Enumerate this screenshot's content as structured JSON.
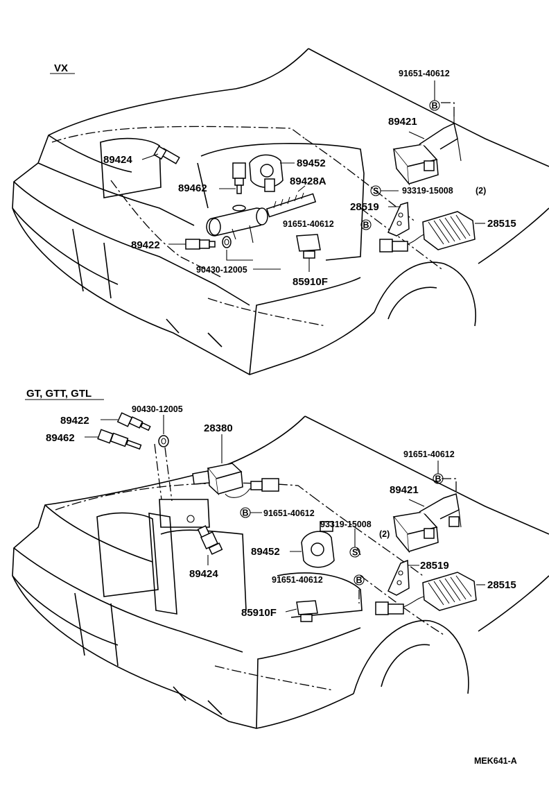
{
  "sections": {
    "top": "VX",
    "bottom": "GT, GTT, GTL"
  },
  "top_labels": {
    "p91651_a": "91651-40612",
    "p89421": "89421",
    "p89424": "89424",
    "p89452": "89452",
    "p89462": "89462",
    "p89428a": "89428A",
    "p93319": "93319-15008",
    "p93319_qty": "(2)",
    "p28519": "28519",
    "p91651_b": "91651-40612",
    "p28515": "28515",
    "p89422": "89422",
    "p90430": "90430-12005",
    "p85910f": "85910F"
  },
  "bottom_labels": {
    "p90430": "90430-12005",
    "p89422": "89422",
    "p89462": "89462",
    "p28380": "28380",
    "p91651_a": "91651-40612",
    "p89421": "89421",
    "p91651_b": "91651-40612",
    "p93319": "93319-15008",
    "p93319_qty": "(2)",
    "p89452": "89452",
    "p28519": "28519",
    "p91651_c": "91651-40612",
    "p28515": "28515",
    "p89424": "89424",
    "p85910f": "85910F"
  },
  "fastener_marks": {
    "bolt": "B",
    "screw": "S"
  },
  "footer": {
    "code": "MEK641-A"
  }
}
